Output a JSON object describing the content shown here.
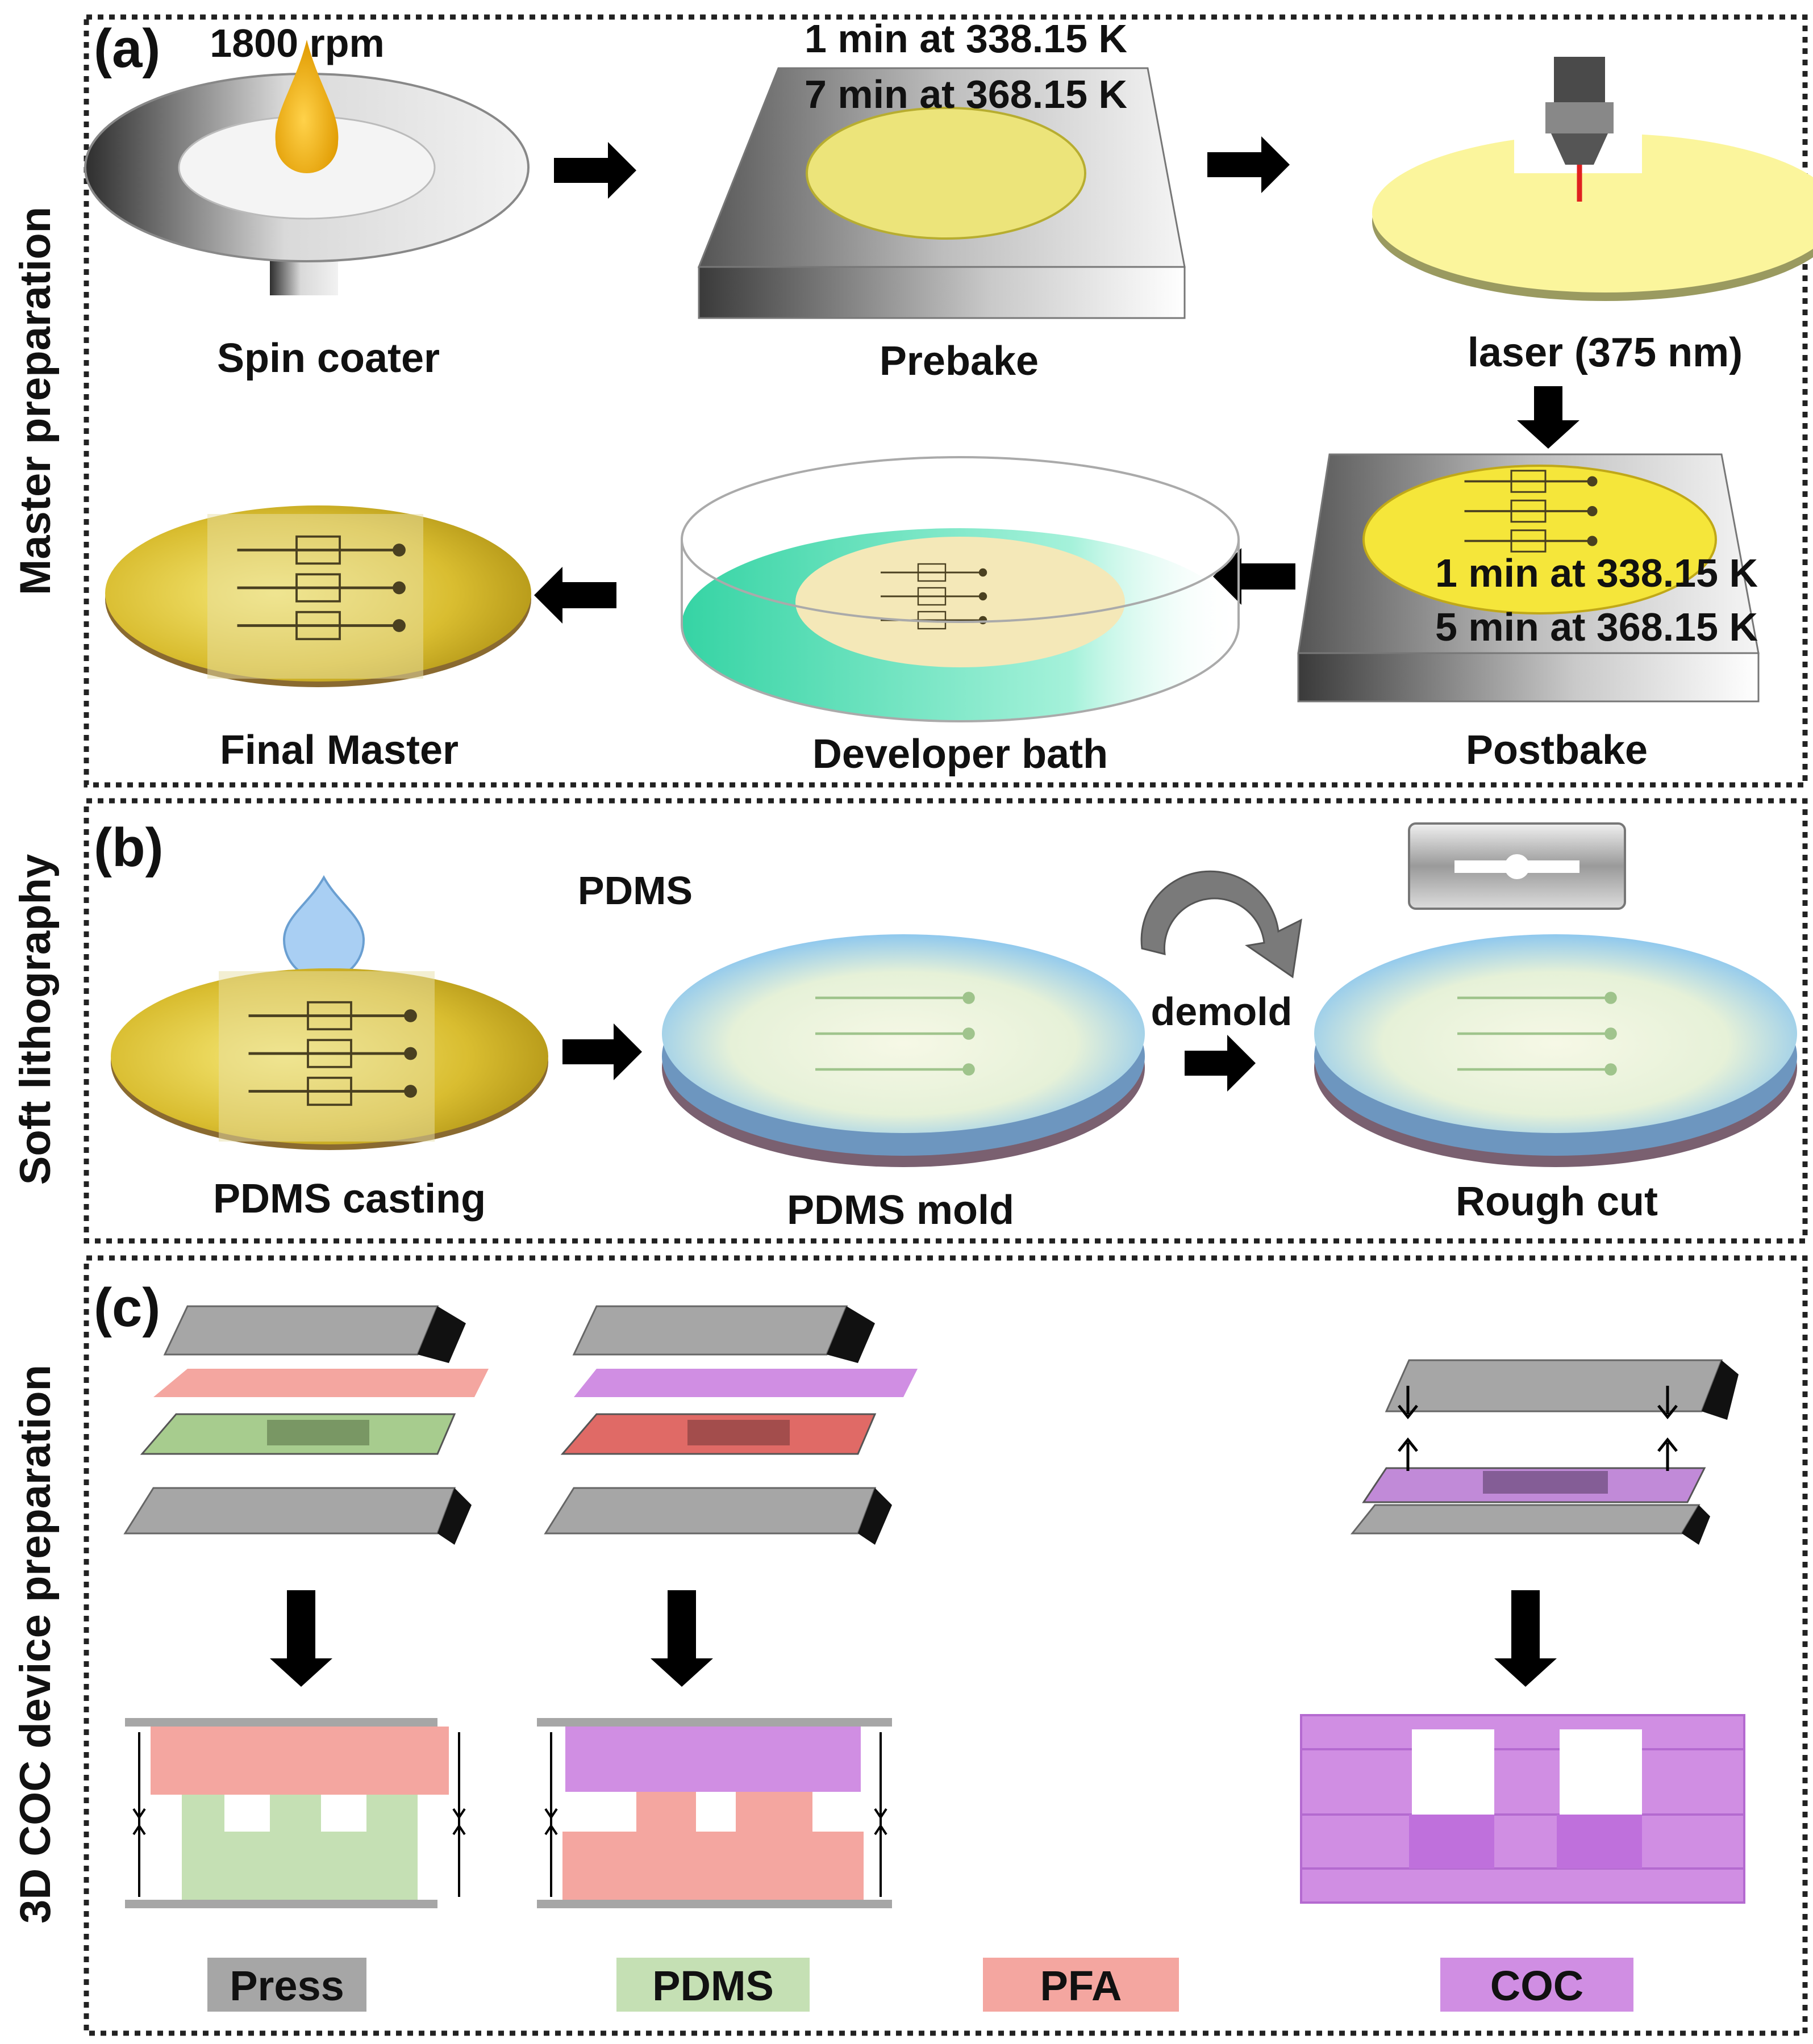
{
  "panels": {
    "a": {
      "letter": "(a)",
      "side_label": "Master preparation",
      "spin_speed": "1800 rpm",
      "spin_coater": "Spin coater",
      "prebake_line1": "1 min at 338.15 K",
      "prebake_line2": "7 min at 368.15 K",
      "prebake": "Prebake",
      "laser": "laser (375 nm)",
      "postbake_line1": "1 min at 338.15 K",
      "postbake_line2": "5 min at 368.15 K",
      "postbake": "Postbake",
      "developer": "Developer bath",
      "final_master": "Final Master"
    },
    "b": {
      "letter": "(b)",
      "side_label": "Soft lithography",
      "pdms_top": "PDMS",
      "casting": "PDMS casting",
      "mold": "PDMS mold",
      "demold": "demold",
      "rough_cut": "Rough cut"
    },
    "c": {
      "letter": "(c)",
      "side_label": "3D COC device preparation",
      "legend": [
        {
          "label": "Press",
          "color": "#a6a6a6"
        },
        {
          "label": "PDMS",
          "color": "#c5e0b4"
        },
        {
          "label": "PFA",
          "color": "#f4a6a0"
        },
        {
          "label": "COC",
          "color": "#d08ee3"
        }
      ]
    }
  },
  "colors": {
    "yellow_film": "#f2e94e",
    "gold_wafer": "#d4b82a",
    "pdms_blue": "#8fc8ee",
    "pfa": "#f4a6a0",
    "pdms": "#c5e0b4",
    "coc": "#d08ee3",
    "press": "#a6a6a6"
  }
}
